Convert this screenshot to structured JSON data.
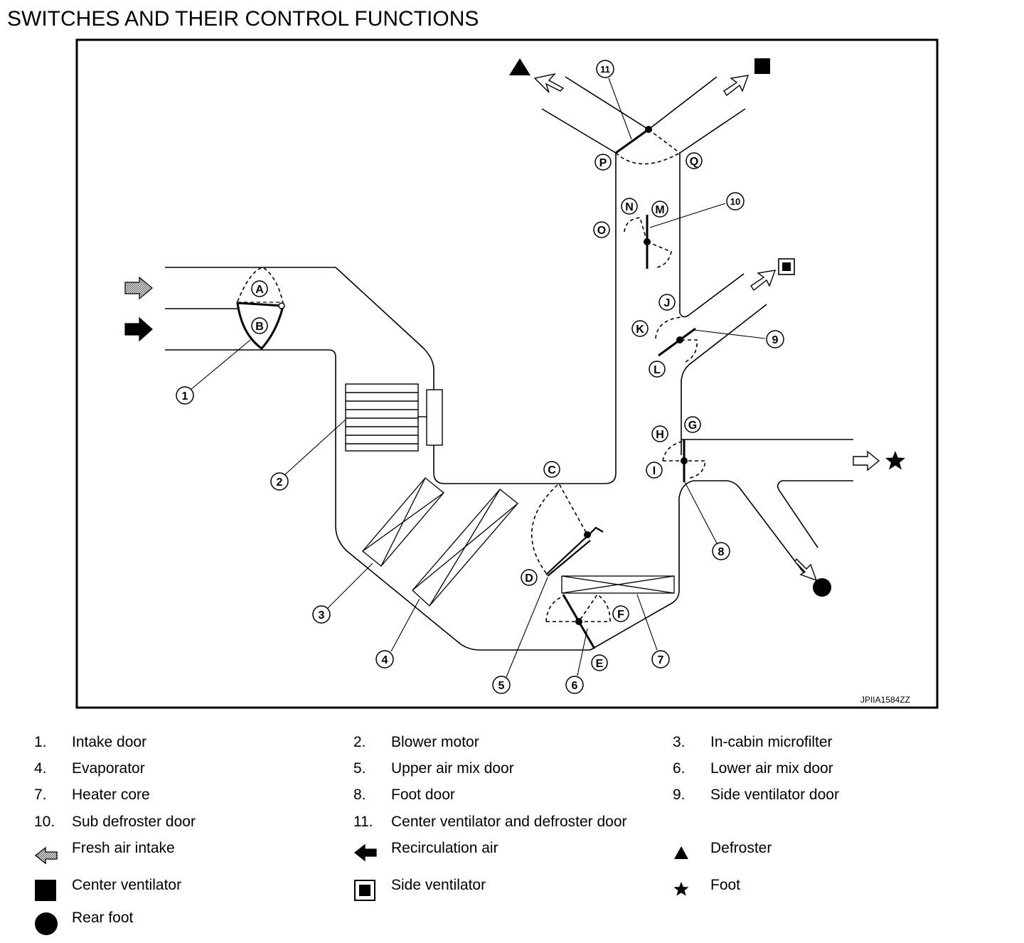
{
  "title": "SWITCHES AND THEIR CONTROL FUNCTIONS",
  "figure_code": "JPIIA1584ZZ",
  "door_positions": {
    "A": "A",
    "B": "B",
    "C": "C",
    "D": "D",
    "E": "E",
    "F": "F",
    "G": "G",
    "H": "H",
    "I": "I",
    "J": "J",
    "K": "K",
    "L": "L",
    "M": "M",
    "N": "N",
    "O": "O",
    "P": "P",
    "Q": "Q"
  },
  "callouts": {
    "c1": "1",
    "c2": "2",
    "c3": "3",
    "c4": "4",
    "c5": "5",
    "c6": "6",
    "c7": "7",
    "c8": "8",
    "c9": "9",
    "c10": "10",
    "c11": "11"
  },
  "legend": {
    "items": [
      {
        "num": "1.",
        "label": "Intake door"
      },
      {
        "num": "2.",
        "label": "Blower motor"
      },
      {
        "num": "3.",
        "label": "In-cabin microfilter"
      },
      {
        "num": "4.",
        "label": "Evaporator"
      },
      {
        "num": "5.",
        "label": "Upper air mix door"
      },
      {
        "num": "6.",
        "label": "Lower air mix door"
      },
      {
        "num": "7.",
        "label": "Heater core"
      },
      {
        "num": "8.",
        "label": "Foot door"
      },
      {
        "num": "9.",
        "label": "Side ventilator door"
      },
      {
        "num": "10.",
        "label": "Sub defroster door"
      },
      {
        "num": "11.",
        "label": "Center ventilator and defroster door"
      }
    ],
    "symbols": [
      {
        "icon": "hatched-arrow-icon",
        "label": "Fresh air intake"
      },
      {
        "icon": "black-arrow-icon",
        "label": "Recirculation air"
      },
      {
        "icon": "triangle-icon",
        "label": "Defroster"
      },
      {
        "icon": "square-icon",
        "label": "Center ventilator"
      },
      {
        "icon": "boxed-square-icon",
        "label": "Side ventilator"
      },
      {
        "icon": "star-icon",
        "label": "Foot"
      },
      {
        "icon": "circle-icon",
        "label": "Rear foot"
      }
    ]
  }
}
